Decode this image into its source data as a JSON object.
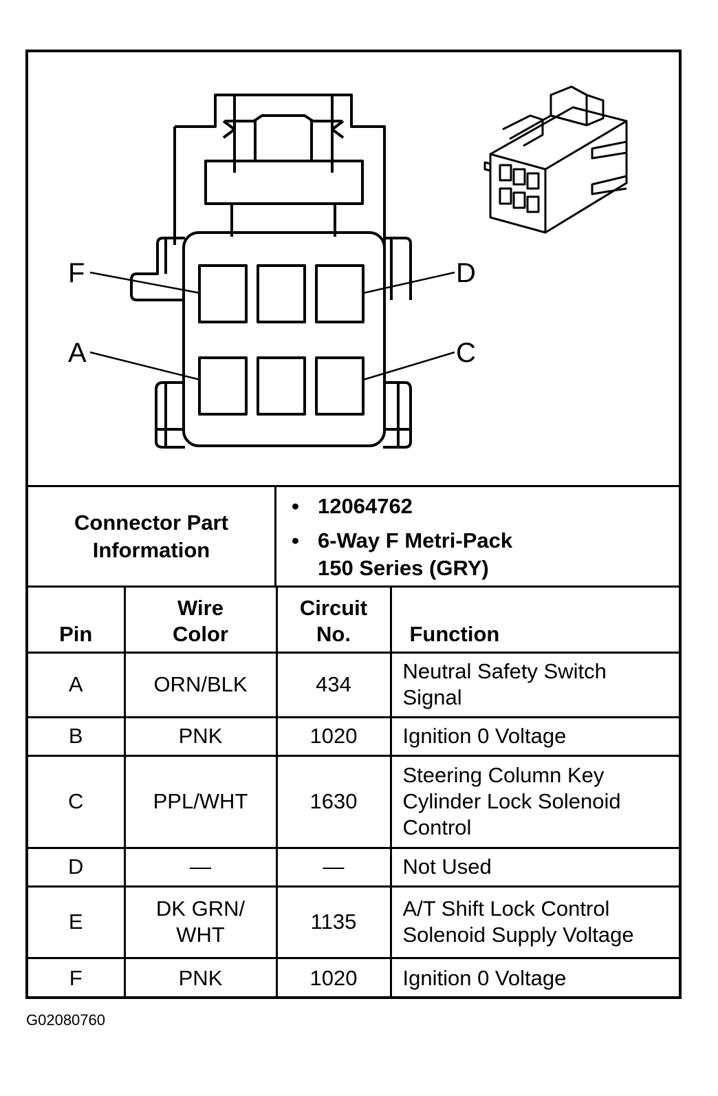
{
  "pin_labels": {
    "F": "F",
    "D": "D",
    "A": "A",
    "C": "C"
  },
  "part_info": {
    "label_line1": "Connector Part",
    "label_line2": "Information",
    "bullet": "•",
    "part_number": "12064762",
    "description_line1": "6-Way F Metri-Pack",
    "description_line2": "150 Series (GRY)"
  },
  "table": {
    "headers": {
      "pin": "Pin",
      "wire_color_1": "Wire",
      "wire_color_2": "Color",
      "circuit_1": "Circuit",
      "circuit_2": "No.",
      "function": "Function"
    },
    "rows": [
      {
        "pin": "A",
        "wire": [
          "ORN/BLK"
        ],
        "circuit": "434",
        "function": [
          "Neutral Safety Switch",
          "Signal"
        ]
      },
      {
        "pin": "B",
        "wire": [
          "PNK"
        ],
        "circuit": "1020",
        "function": [
          "Ignition 0 Voltage"
        ]
      },
      {
        "pin": "C",
        "wire": [
          "PPL/WHT"
        ],
        "circuit": "1630",
        "function": [
          "Steering Column Key",
          "Cylinder Lock Solenoid",
          "Control"
        ]
      },
      {
        "pin": "D",
        "wire": [
          "—"
        ],
        "circuit": "—",
        "function": [
          "Not Used"
        ]
      },
      {
        "pin": "E",
        "wire": [
          "DK GRN/",
          "WHT"
        ],
        "circuit": "1135",
        "function": [
          "A/T Shift Lock Control",
          "Solenoid Supply Voltage"
        ]
      },
      {
        "pin": "F",
        "wire": [
          "PNK"
        ],
        "circuit": "1020",
        "function": [
          "Ignition 0 Voltage"
        ]
      }
    ]
  },
  "footer": {
    "code": "G02080760"
  }
}
